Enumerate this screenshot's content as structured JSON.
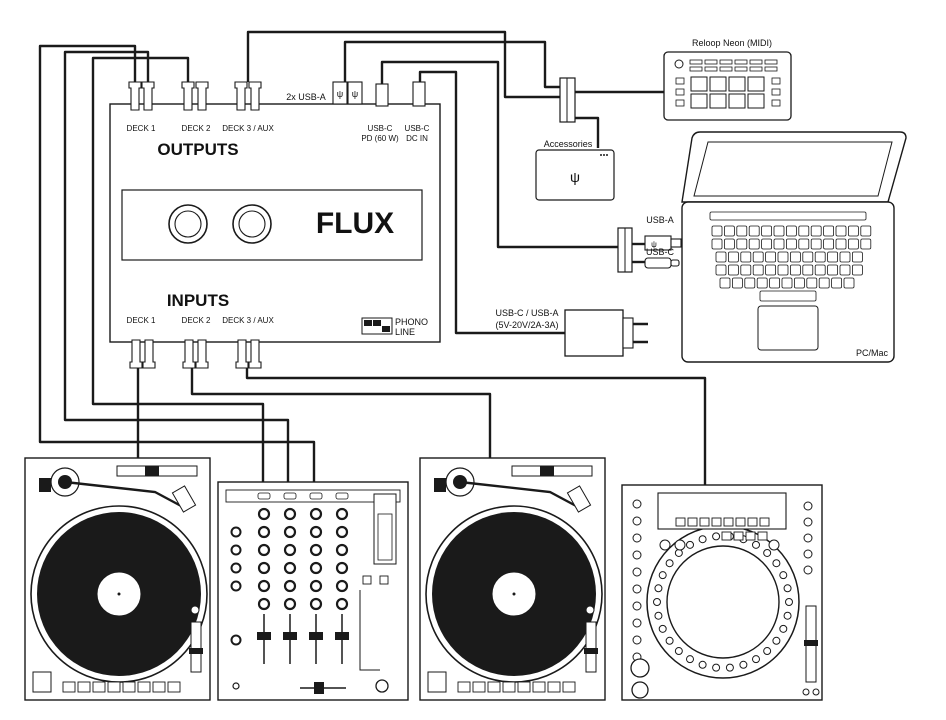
{
  "interface": {
    "brand": "FLUX",
    "outputs_heading": "OUTPUTS",
    "inputs_heading": "INPUTS",
    "out_labels": [
      "DECK 1",
      "DECK 2",
      "DECK 3 / AUX"
    ],
    "in_labels": [
      "DECK 1",
      "DECK 2",
      "DECK 3 / AUX"
    ],
    "usb_a_label": "2x USB-A",
    "usbc_pd_label": [
      "USB-C",
      "PD (60 W)"
    ],
    "usbc_dc_label": [
      "USB-C",
      "DC IN"
    ],
    "phono_label": "PHONO",
    "line_label": "LINE"
  },
  "devices": {
    "controller": "Reloop Neon (MIDI)",
    "accessories": "Accessories",
    "computer": "PC/Mac",
    "computer_port_a": "USB-A",
    "computer_port_c": "USB-C",
    "power_supply": [
      "USB-C / USB-A",
      "(5V-20V/2A-3A)"
    ]
  },
  "icons": [
    "usb-icon",
    "phono-line-switch-icon",
    "power-plug-icon",
    "turntable-icon",
    "mixer-icon",
    "media-player-icon",
    "laptop-icon"
  ]
}
